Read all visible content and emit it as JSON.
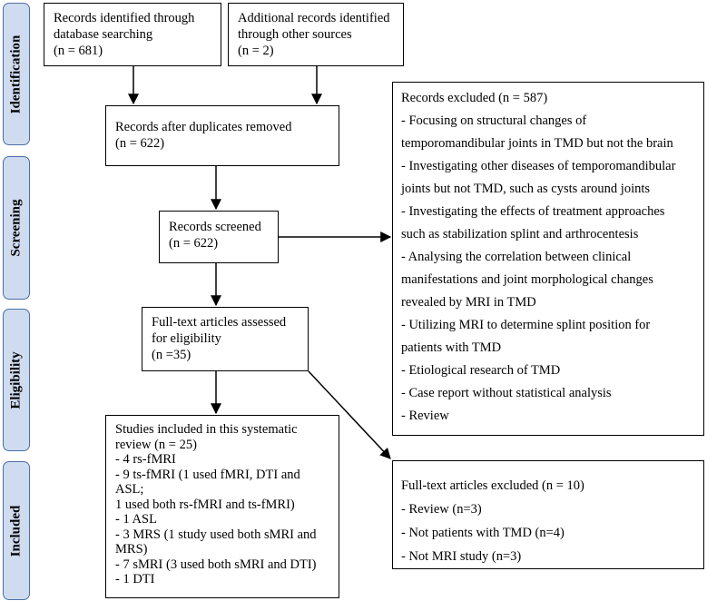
{
  "stages": [
    "Identification",
    "Screening",
    "Eligibility",
    "Included"
  ],
  "boxes": {
    "db_search": [
      "Records identified through",
      "database searching",
      "(n = 681)"
    ],
    "other_sources": [
      "Additional records identified",
      "through other sources",
      "(n = 2)"
    ],
    "after_duplicates": [
      "Records after duplicates removed",
      "(n = 622)"
    ],
    "screened": [
      "Records screened",
      "(n = 622)"
    ],
    "fulltext_assessed": [
      "Full-text articles assessed",
      "for eligibility",
      "(n =35)"
    ],
    "included": [
      "Studies included in this systematic",
      "review (n = 25)",
      "- 4 rs-fMRI",
      "- 9 ts-fMRI (1 used fMRI, DTI and",
      "ASL;",
      "1 used both rs-fMRI and ts-fMRI)",
      "- 1 ASL",
      "- 3 MRS (1 study used both sMRI and",
      "MRS)",
      "- 7 sMRI (3 used both sMRI and DTI)",
      "- 1 DTI"
    ],
    "excluded_records": [
      "Records excluded (n = 587)",
      "- Focusing on structural changes of",
      "temporomandibular joints in TMD but not the brain",
      "- Investigating other diseases of temporomandibular",
      "joints but not TMD, such as cysts around joints",
      "- Investigating the effects of treatment approaches",
      "such as stabilization splint and arthrocentesis",
      "- Analysing the correlation between clinical",
      "manifestations and joint morphological changes",
      "revealed by MRI in TMD",
      "- Utilizing MRI to determine splint position for",
      "patients with TMD",
      "- Etiological research of TMD",
      "- Case report without statistical analysis",
      "- Review"
    ],
    "excluded_fulltext": [
      "Full-text articles excluded (n = 10)",
      "- Review (n=3)",
      "- Not patients with TMD (n=4)",
      "- Not MRI study (n=3)"
    ]
  }
}
